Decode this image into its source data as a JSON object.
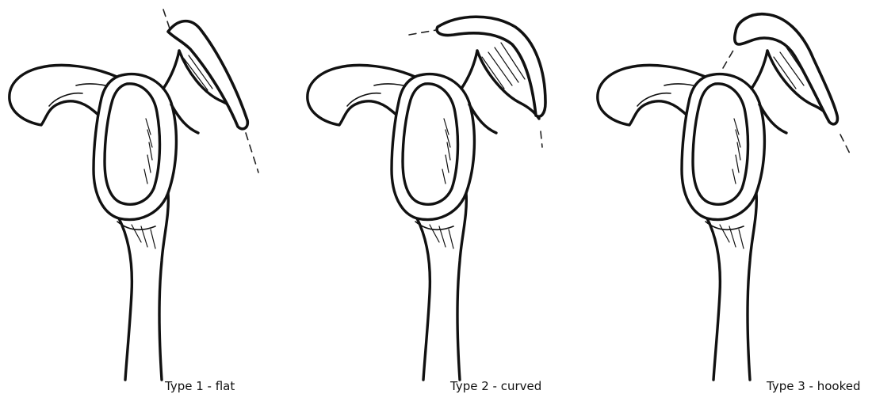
{
  "captions": {
    "type1": "Type 1 - flat",
    "type2": "Type 2 - curved",
    "type3": "Type 3 - hooked"
  }
}
